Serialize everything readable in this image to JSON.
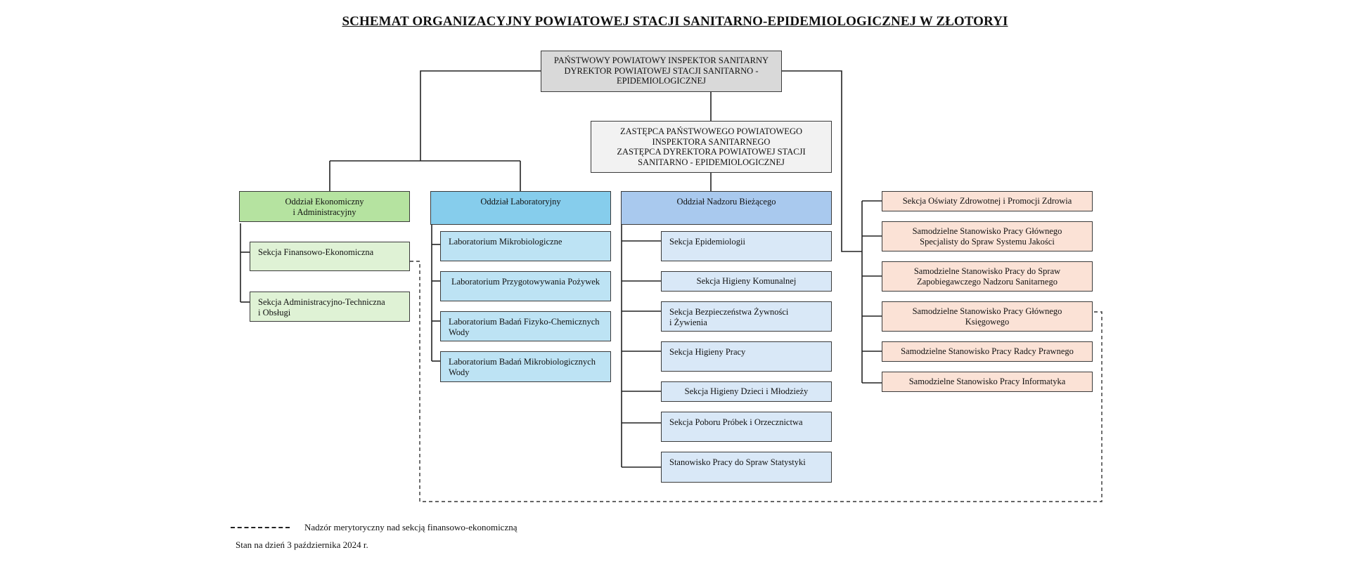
{
  "title": "SCHEMAT ORGANIZACYJNY POWIATOWEJ STACJI SANITARNO-EPIDEMIOLOGICZNEJ W ZŁOTORYI",
  "director": "PAŃSTWOWY POWIATOWY INSPEKTOR SANITARNY\nDYREKTOR POWIATOWEJ STACJI SANITARNO -\nEPIDEMIOLOGICZNEJ",
  "deputy": "ZASTĘPCA PAŃSTWOWEGO POWIATOWEGO\nINSPEKTORA SANITARNEGO\nZASTĘPCA DYREKTORA POWIATOWEJ STACJI\nSANITARNO - EPIDEMIOLOGICZNEJ",
  "economic": {
    "head": "Oddział Ekonomiczny\ni Administracyjny",
    "items": [
      "Sekcja Finansowo-Ekonomiczna",
      "Sekcja Administracyjno-Techniczna\ni Obsługi"
    ]
  },
  "laboratory": {
    "head": "Oddział Laboratoryjny",
    "items": [
      "Laboratorium Mikrobiologiczne",
      "Laboratorium Przygotowywania Pożywek",
      "Laboratorium Badań Fizyko-Chemicznych\nWody",
      "Laboratorium Badań Mikrobiologicznych\nWody"
    ]
  },
  "supervision": {
    "head": "Oddział Nadzoru Bieżącego",
    "items": [
      "Sekcja Epidemiologii",
      "Sekcja Higieny Komunalnej",
      "Sekcja Bezpieczeństwa Żywności\ni Żywienia",
      "Sekcja Higieny Pracy",
      "Sekcja Higieny Dzieci i Młodzieży",
      "Sekcja Poboru Próbek i Orzecznictwa",
      "Stanowisko Pracy do Spraw Statystyki"
    ]
  },
  "independent": {
    "items": [
      "Sekcja Oświaty Zdrowotnej i Promocji Zdrowia",
      "Samodzielne Stanowisko Pracy Głównego\nSpecjalisty do Spraw Systemu Jakości",
      "Samodzielne Stanowisko Pracy do Spraw\nZapobiegawczego Nadzoru Sanitarnego",
      "Samodzielne Stanowisko Pracy Głównego\nKsięgowego",
      "Samodzielne Stanowisko Pracy Radcy Prawnego",
      "Samodzielne Stanowisko Pracy Informatyka"
    ]
  },
  "legend": "Nadzór merytoryczny nad sekcją finansowo-ekonomiczną",
  "date_note": "Stan na dzień 3 października 2024 r.",
  "colors": {
    "director": "#d9d9d9",
    "deputy": "#f2f2f2",
    "economic_head": "#b5e3a0",
    "economic_item": "#dff2d5",
    "lab_head": "#86cdec",
    "lab_item": "#bde3f4",
    "supervision_head": "#a9c9ee",
    "supervision_item": "#d9e8f7",
    "independent_item": "#fbe2d6"
  }
}
